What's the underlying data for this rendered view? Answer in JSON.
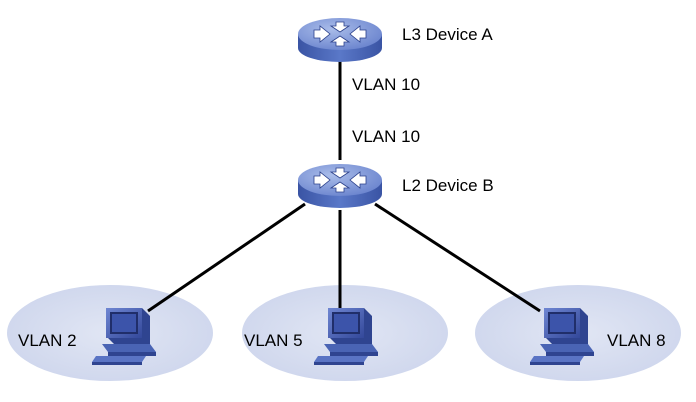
{
  "devices": {
    "device_a": {
      "label": "L3 Device A",
      "type": "router"
    },
    "device_b": {
      "label": "L2 Device B",
      "type": "switch"
    }
  },
  "links": {
    "a_to_b": {
      "label_a_side": "VLAN 10",
      "label_b_side": "VLAN 10"
    }
  },
  "vlans": [
    {
      "label": "VLAN 2"
    },
    {
      "label": "VLAN 5"
    },
    {
      "label": "VLAN 8"
    }
  ],
  "colors": {
    "device_fill": "#4a64b4",
    "device_top": "#7d96d8",
    "vlan_fill": "#d5dcee",
    "link": "#000000",
    "pc_body": "#4a64b4"
  }
}
